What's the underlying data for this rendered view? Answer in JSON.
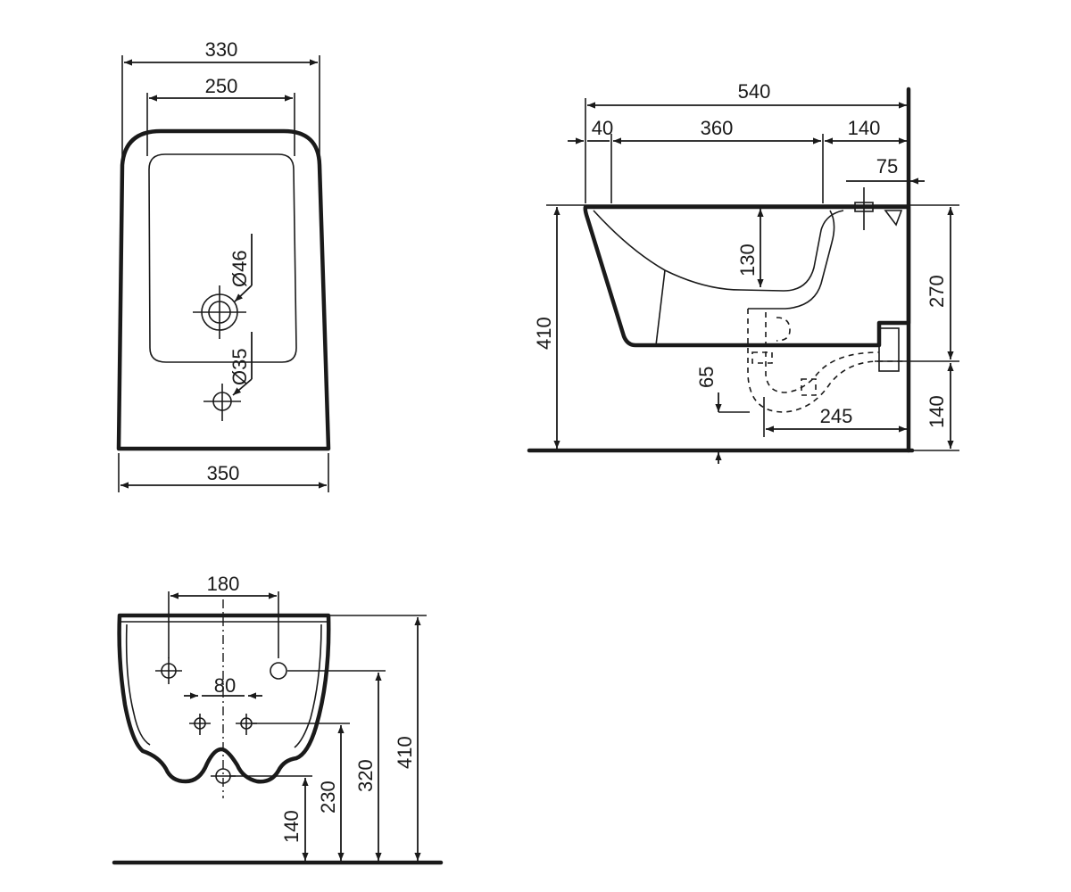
{
  "top_view": {
    "width_top": "330",
    "width_inner": "250",
    "width_bottom": "350",
    "dia_upper": "Ø46",
    "dia_lower": "Ø35"
  },
  "side_view": {
    "length_total": "540",
    "seg_rear": "40",
    "seg_bowl": "360",
    "seg_front": "140",
    "front_detail": "75",
    "depth_bowl": "130",
    "height_total": "410",
    "height_upper": "270",
    "height_lower": "140",
    "floor_drain": "65",
    "drain_offset": "245"
  },
  "front_view": {
    "holes_upper": "180",
    "holes_lower": "80",
    "h_140": "140",
    "h_230": "230",
    "h_320": "320",
    "h_410": "410"
  }
}
